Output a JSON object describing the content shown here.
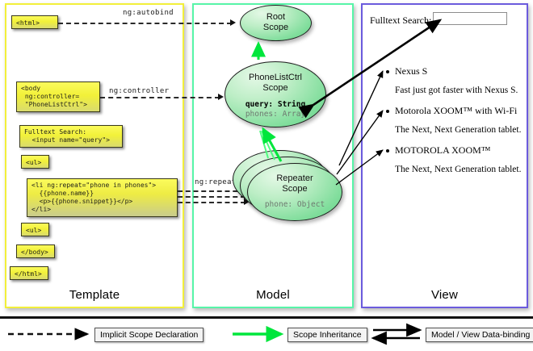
{
  "columns": [
    {
      "id": "template",
      "label": "Template",
      "accent": "#f2ef3a"
    },
    {
      "id": "model",
      "label": "Model",
      "accent": "#57f5a8"
    },
    {
      "id": "view",
      "label": "View",
      "accent": "#6b5bdd"
    }
  ],
  "template": {
    "blocks": [
      {
        "name": "html-open-tag",
        "code": "<html>"
      },
      {
        "name": "body-controller-tag",
        "code": "<body\n ng:controller=\n \"PhoneListCtrl\">"
      },
      {
        "name": "fulltext-search-markup",
        "code": "Fulltext Search:\n  <input name=\"query\">"
      },
      {
        "name": "ul-open-tag",
        "code": "<ul>"
      },
      {
        "name": "li-repeat-markup",
        "code": "<li ng:repeat=\"phone in phones\">\n  {{phone.name}}\n  <p>{{phone.snippet}}</p>\n</li>"
      },
      {
        "name": "ul-close-tag",
        "code": "<ul>"
      },
      {
        "name": "body-close-tag",
        "code": "</body>"
      },
      {
        "name": "html-close-tag",
        "code": "</html>"
      }
    ]
  },
  "connectors": [
    {
      "name": "ng-autobind",
      "label": "ng:autobind"
    },
    {
      "name": "ng-controller",
      "label": "ng:controller"
    },
    {
      "name": "ng-repeat",
      "label": "ng:repeat"
    }
  ],
  "model": {
    "scopes": [
      {
        "name": "root-scope",
        "title_line1": "Root",
        "title_line2": "Scope",
        "properties": []
      },
      {
        "name": "phonelistctrl-scope",
        "title_line1": "PhoneListCtrl",
        "title_line2": "Scope",
        "properties": [
          {
            "text": "query: String",
            "style": "bold"
          },
          {
            "text": "phones: Array",
            "style": "dim"
          }
        ]
      },
      {
        "name": "repeater-scope",
        "title_line1": "Repeater",
        "title_line2": "Scope",
        "properties": [
          {
            "text": "phone: Object",
            "style": "dim"
          }
        ]
      }
    ]
  },
  "view": {
    "search_label": "Fulltext Search:",
    "search_value": "",
    "phones": [
      {
        "title": "Nexus S",
        "snippet": "Fast just got faster with Nexus S."
      },
      {
        "title": "Motorola XOOM™  with Wi-Fi",
        "snippet": "The Next, Next Generation tablet."
      },
      {
        "title": "MOTOROLA XOOM™",
        "snippet": "The Next, Next Generation tablet."
      }
    ]
  },
  "legend": [
    {
      "name": "implicit-scope-declaration",
      "label": "Implicit Scope Declaration",
      "arrow": "dashed-black"
    },
    {
      "name": "scope-inheritance",
      "label": "Scope Inheritance",
      "arrow": "solid-green"
    },
    {
      "name": "model-view-data-binding",
      "label": "Model / View Data-binding",
      "arrow": "double-black"
    }
  ],
  "colors": {
    "code_fill": "#f2f139",
    "scope_fill": "#7fdd9b",
    "inheritance_arrow": "#00e63c",
    "template_border": "#f2ef3a",
    "model_border": "#57f5a8",
    "view_border": "#6b5bdd"
  }
}
